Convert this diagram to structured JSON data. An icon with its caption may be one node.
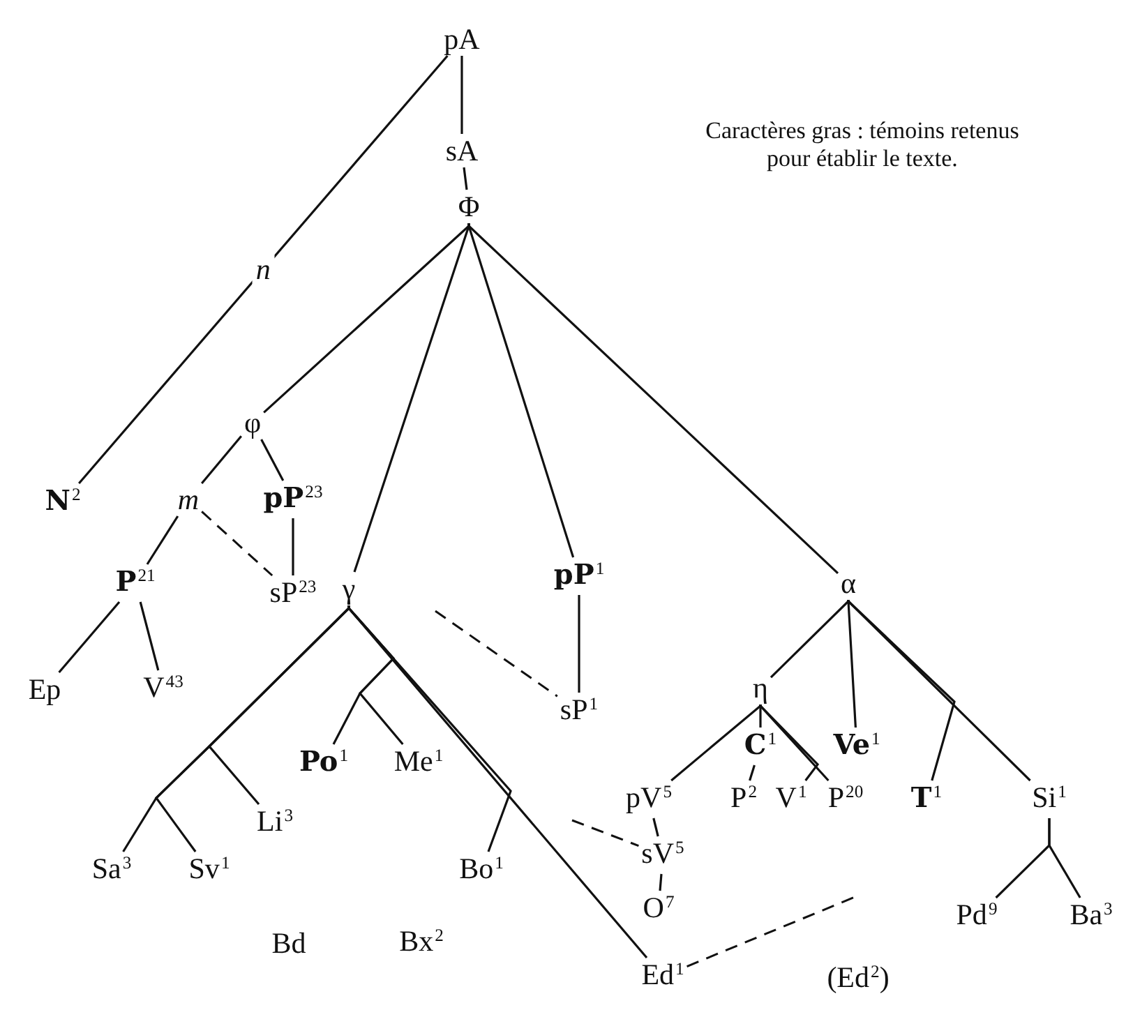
{
  "diagram": {
    "nodes": [
      {
        "text": [
          "pA"
        ]
      },
      {
        "text": [
          "sA"
        ]
      },
      {
        "text": [
          "Φ"
        ]
      },
      {
        "text": [
          "φ"
        ]
      },
      {
        "text": [
          "**N**$^{2}$"
        ]
      },
      {
        "text": [
          "*m*"
        ]
      },
      {
        "text": [
          "**pP**$^{23}$"
        ]
      },
      {
        "text": [
          "**P**$^{21}$"
        ]
      },
      {
        "text": [
          "sP$^{23}$"
        ]
      },
      {
        "text": [
          "γ"
        ]
      },
      {
        "text": [
          "**pP**$^{1}$"
        ]
      },
      {
        "text": [
          "α"
        ]
      },
      {
        "text": [
          "Ep"
        ]
      },
      {
        "text": [
          "V$^{43}$"
        ]
      },
      {
        "text": [
          "sP$^{1}$"
        ]
      },
      {
        "text": [
          "η"
        ]
      },
      {
        "text": [
          "**Po**$^{1}$"
        ]
      },
      {
        "text": [
          "Me$^{1}$"
        ]
      },
      {
        "text": [
          "**C**$^{1}$"
        ]
      },
      {
        "text": [
          "**Ve**$^{1}$"
        ]
      },
      {
        "text": [
          "Li$^{3}$"
        ]
      },
      {
        "text": [
          "pV$^{5}$"
        ]
      },
      {
        "text": [
          "P$^{2}$"
        ]
      },
      {
        "text": [
          "V$^{1}$"
        ]
      },
      {
        "text": [
          "P$^{20}$"
        ]
      },
      {
        "text": [
          "**T**$^{1}$"
        ]
      },
      {
        "text": [
          "Si$^{1}$"
        ]
      },
      {
        "text": [
          "Sa$^{3}$"
        ]
      },
      {
        "text": [
          "Sv$^{1}$"
        ]
      },
      {
        "text": [
          "Bo$^{1}$"
        ]
      },
      {
        "text": [
          "sV$^{5}$"
        ]
      },
      {
        "text": [
          "O$^{7}$"
        ]
      },
      {
        "text": [
          "Pd$^{9}$"
        ]
      },
      {
        "text": [
          "Ba$^{3}$"
        ]
      },
      {
        "text": [
          "Ed$^{1}$"
        ]
      }
    ],
    "edges": [
      {
        "from": 0,
        "to": 1,
        "arrow": "none"
      },
      {
        "from": 1,
        "to": 2,
        "arrow": "none"
      },
      {
        "from": 0,
        "to": 4,
        "arrow": "none",
        "label": "n"
      },
      {
        "from": 2,
        "to": 3,
        "arrow": "none"
      },
      {
        "from": 2,
        "to": 9,
        "arrow": "none"
      },
      {
        "from": 2,
        "to": 10,
        "arrow": "none"
      },
      {
        "from": 2,
        "to": 11,
        "arrow": "none"
      },
      {
        "from": 3,
        "to": 5,
        "arrow": "none"
      },
      {
        "from": 3,
        "to": 6,
        "arrow": "none"
      },
      {
        "from": 5,
        "to": 7,
        "arrow": "none"
      },
      {
        "from": 5,
        "to": 8,
        "arrow": "none",
        "style": "dashed"
      },
      {
        "from": 6,
        "to": 8,
        "arrow": "none"
      },
      {
        "from": 7,
        "to": 12,
        "arrow": "none"
      },
      {
        "from": 7,
        "to": 13,
        "arrow": "none"
      },
      {
        "from": 9,
        "to": 27,
        "arrow": "none"
      },
      {
        "from": 9,
        "to": 28,
        "arrow": "none"
      },
      {
        "from": 9,
        "to": 20,
        "arrow": "none"
      },
      {
        "from": 9,
        "to": 16,
        "arrow": "none"
      },
      {
        "from": 9,
        "to": 17,
        "arrow": "none"
      },
      {
        "from": 9,
        "to": 29,
        "arrow": "none"
      },
      {
        "from": 9,
        "to": 34,
        "arrow": "none"
      },
      {
        "from": null,
        "to": 14,
        "arrow": "none",
        "style": "dashed"
      },
      {
        "from": 10,
        "to": 14,
        "arrow": "none"
      },
      {
        "from": 11,
        "to": 15,
        "arrow": "none"
      },
      {
        "from": 11,
        "to": 19,
        "arrow": "none"
      },
      {
        "from": 11,
        "to": 25,
        "arrow": "none"
      },
      {
        "from": 11,
        "to": 26,
        "arrow": "none"
      },
      {
        "from": 15,
        "to": 21,
        "arrow": "none"
      },
      {
        "from": 15,
        "to": 18,
        "arrow": "none"
      },
      {
        "from": 15,
        "to": 23,
        "arrow": "none"
      },
      {
        "from": 15,
        "to": 24,
        "arrow": "none"
      },
      {
        "from": 18,
        "to": 22,
        "arrow": "none"
      },
      {
        "from": 21,
        "to": 30,
        "arrow": "none"
      },
      {
        "from": null,
        "to": 30,
        "arrow": "none",
        "style": "dashed"
      },
      {
        "from": 30,
        "to": 31,
        "arrow": "none"
      },
      {
        "from": 34,
        "to": null,
        "arrow": "none",
        "style": "dashed"
      },
      {
        "from": 26,
        "to": 32,
        "arrow": "none"
      },
      {
        "from": 26,
        "to": 33,
        "arrow": "none"
      }
    ],
    "labels": [
      "Caractères gras : témoins retenus pour établir le texte.",
      "Bd",
      "Bx$^{2}$",
      "(Ed$^{2}$)"
    ]
  }
}
